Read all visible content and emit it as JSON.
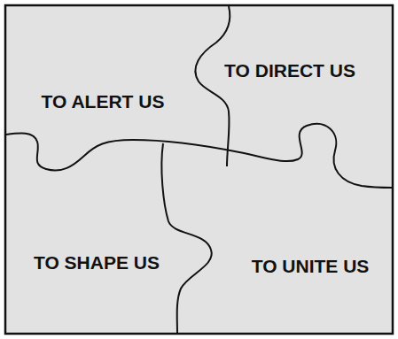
{
  "diagram": {
    "nodes": [
      {
        "text": [
          "TO ALERT US"
        ]
      },
      {
        "text": [
          "TO DIRECT US"
        ]
      },
      {
        "text": [
          "TO SHAPE US"
        ]
      },
      {
        "text": [
          "TO UNITE US"
        ]
      }
    ]
  }
}
